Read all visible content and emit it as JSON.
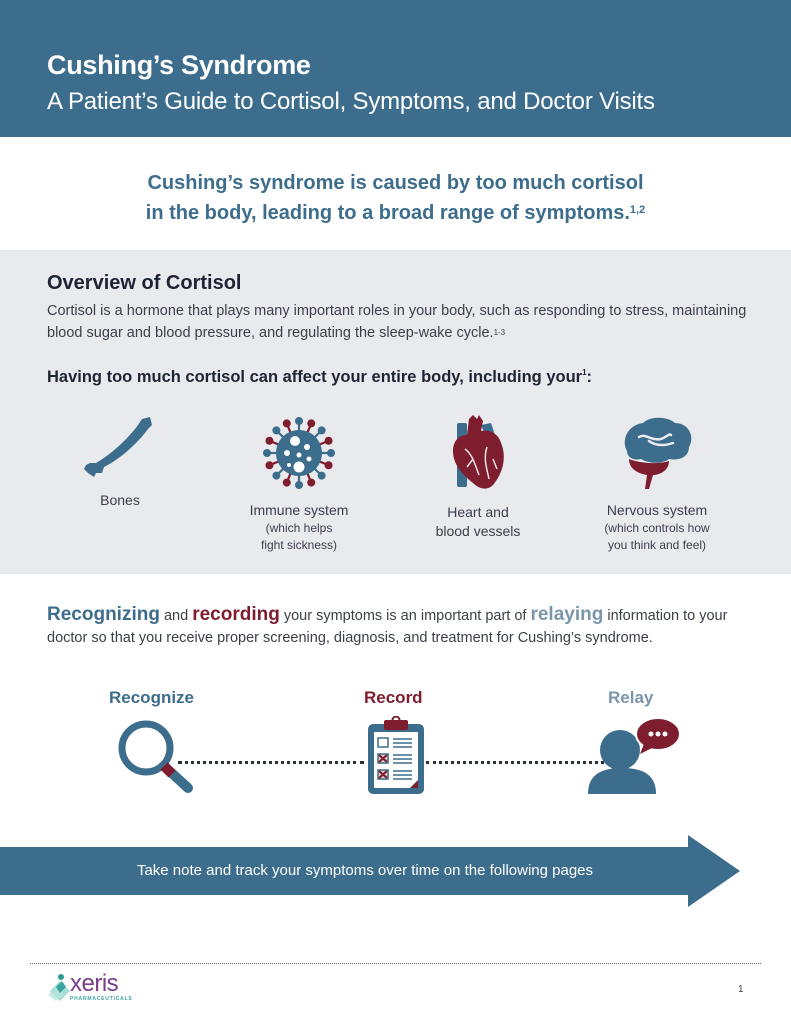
{
  "header": {
    "title": "Cushing’s Syndrome",
    "subtitle": "A Patient’s Guide to Cortisol, Symptoms, and Doctor Visits"
  },
  "lead": {
    "line1": "Cushing’s syndrome is caused by too much cortisol",
    "line2": "in the body, leading to a broad range of symptoms.",
    "ref": "1,2"
  },
  "overview": {
    "title": "Overview of Cortisol",
    "body": "Cortisol is a hormone that plays many important roles in your body, such as responding to stress, maintaining blood sugar and blood pressure, and regulating the sleep-wake cycle.",
    "body_ref": "1-3",
    "subheading": "Having too much cortisol can affect your entire body, including your",
    "subheading_ref": "1",
    "subheading_end": ":",
    "organs": [
      {
        "icon": "bone-icon",
        "label": "Bones",
        "note": ""
      },
      {
        "icon": "immune-cell-icon",
        "label": "Immune system",
        "note_line1": "(which helps",
        "note_line2": "fight sickness)"
      },
      {
        "icon": "heart-icon",
        "label_line1": "Heart and",
        "label_line2": "blood vessels"
      },
      {
        "icon": "brain-icon",
        "label": "Nervous system",
        "note_line1": "(which controls how",
        "note_line2": "you think and feel)"
      }
    ]
  },
  "rrr": {
    "word1": "Recognizing",
    "t1": " and ",
    "word2": "recording",
    "t2": " your symptoms is an important part of ",
    "word3": "relaying",
    "t3": " information to your doctor so that you receive proper screening, diagnosis, and treatment for Cushing’s syndrome."
  },
  "steps": [
    {
      "label": "Recognize",
      "icon": "magnifier-icon",
      "color": "#3d6d8c"
    },
    {
      "label": "Record",
      "icon": "clipboard-checklist-icon",
      "color": "#7d1d2d"
    },
    {
      "label": "Relay",
      "icon": "person-speech-bubble-icon",
      "color": "#7a96ab"
    }
  ],
  "banner": {
    "text": "Take note and track your symptoms over time on the following pages"
  },
  "footer": {
    "brand": "xeris",
    "brand_sub": "PHARMACEUTICALS",
    "page_number": "1"
  },
  "colors": {
    "primary_blue": "#3d6d8c",
    "accent_red": "#7d1d2d",
    "light_blue": "#7a96ab",
    "overview_bg": "#e9eaee"
  }
}
